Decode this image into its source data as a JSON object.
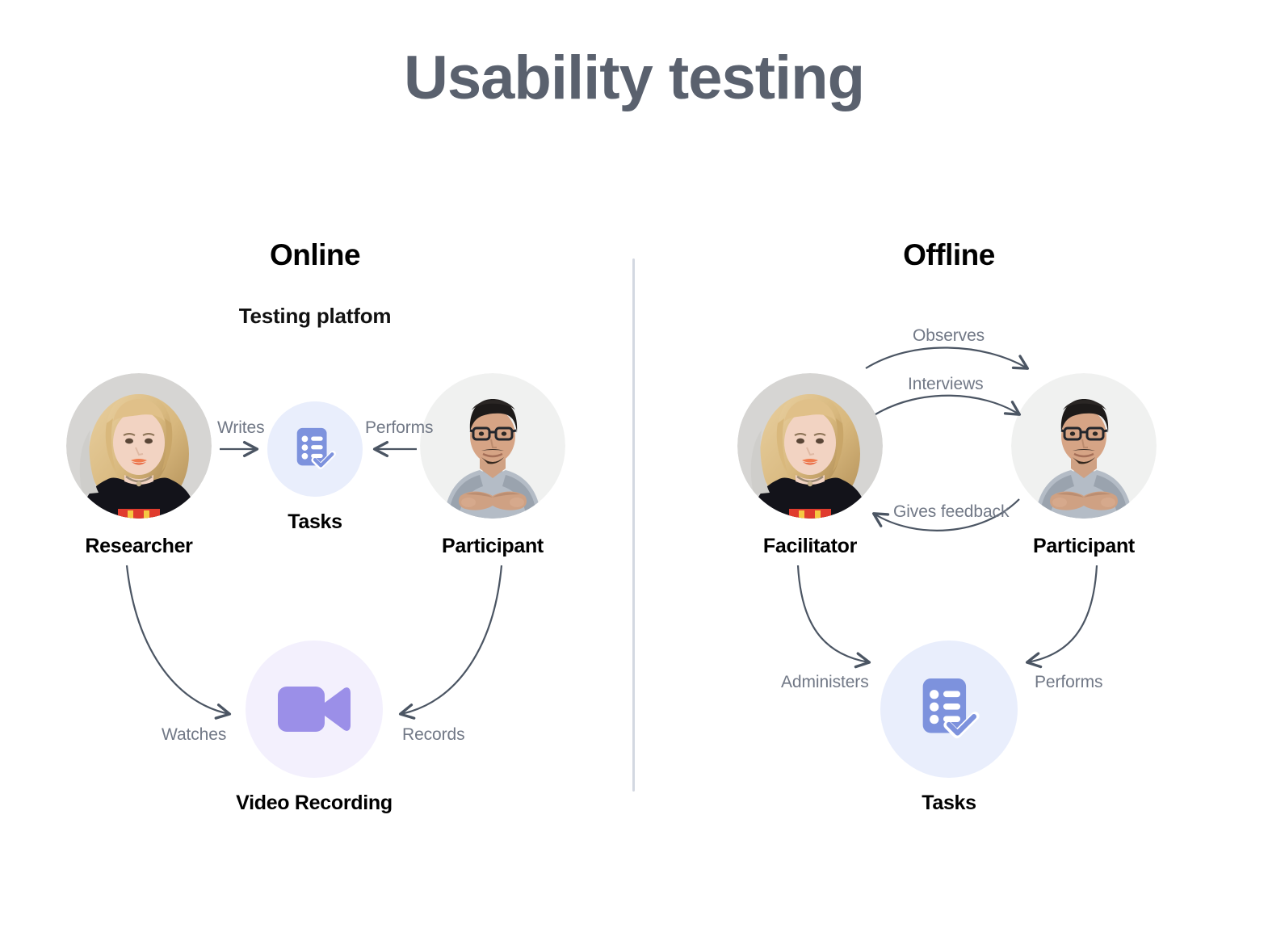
{
  "page": {
    "title": "Usability testing",
    "background_color": "#ffffff",
    "title_color": "#5a616e"
  },
  "divider": {
    "color": "#d3d8e1"
  },
  "columns": [
    {
      "id": "online",
      "heading": "Online",
      "subheading": "Testing platfom"
    },
    {
      "id": "offline",
      "heading": "Offline",
      "subheading": ""
    }
  ],
  "online": {
    "nodes": {
      "researcher": {
        "label": "Researcher",
        "icon": "avatar-woman-photo"
      },
      "participant": {
        "label": "Participant",
        "icon": "avatar-man-photo"
      },
      "tasks": {
        "label": "Tasks",
        "icon": "tasks-checklist-icon",
        "icon_color": "#7d92dd",
        "circle_color": "#e9eefc"
      },
      "video": {
        "label": "Video Recording",
        "icon": "video-camera-icon",
        "icon_color": "#9b8fe8",
        "circle_color": "#f3f0fd"
      }
    },
    "edges": [
      {
        "id": "writes",
        "label": "Writes",
        "from": "researcher",
        "to": "tasks",
        "style": "straight-right"
      },
      {
        "id": "performs",
        "label": "Performs",
        "from": "participant",
        "to": "tasks",
        "style": "straight-left"
      },
      {
        "id": "watches",
        "label": "Watches",
        "from": "researcher",
        "to": "video",
        "style": "curve-down-right"
      },
      {
        "id": "records",
        "label": "Records",
        "from": "participant",
        "to": "video",
        "style": "curve-down-left"
      }
    ]
  },
  "offline": {
    "nodes": {
      "facilitator": {
        "label": "Facilitator",
        "icon": "avatar-woman-photo"
      },
      "participant": {
        "label": "Participant",
        "icon": "avatar-man-photo"
      },
      "tasks": {
        "label": "Tasks",
        "icon": "tasks-checklist-icon",
        "icon_color": "#7d92dd",
        "circle_color": "#e9eefc"
      }
    },
    "edges": [
      {
        "id": "observes",
        "label": "Observes",
        "from": "facilitator",
        "to": "participant",
        "style": "arc-right-top"
      },
      {
        "id": "interviews",
        "label": "Interviews",
        "from": "facilitator",
        "to": "participant",
        "style": "arc-right-second"
      },
      {
        "id": "gives-feedback",
        "label": "Gives feedback",
        "from": "participant",
        "to": "facilitator",
        "style": "arc-left-bottom"
      },
      {
        "id": "administers",
        "label": "Administers",
        "from": "facilitator",
        "to": "tasks",
        "style": "curve-down-right"
      },
      {
        "id": "performs",
        "label": "Performs",
        "from": "participant",
        "to": "tasks",
        "style": "curve-down-left"
      }
    ]
  },
  "colors": {
    "arrow": "#4b5563",
    "edge_label": "#717886",
    "node_label": "#000000",
    "tasks_icon": "#7d92dd",
    "tasks_circle": "#e9eefc",
    "video_icon": "#9b8fe8",
    "video_circle": "#f3f0fd"
  }
}
